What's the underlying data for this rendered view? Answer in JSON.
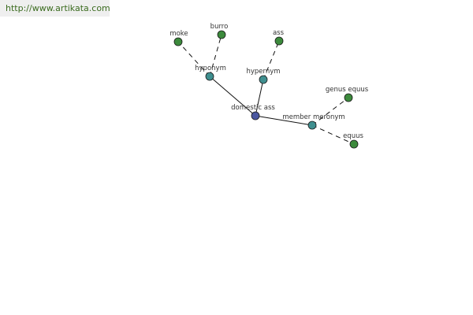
{
  "site_url": "http://www.artikata.com",
  "nodes": [
    {
      "id": "center",
      "label": "domestic ass",
      "kind": "root"
    },
    {
      "id": "hyponym",
      "label": "hyponym",
      "kind": "relation"
    },
    {
      "id": "hypernym",
      "label": "hypernym",
      "kind": "relation"
    },
    {
      "id": "member_meronym",
      "label": "member meronym",
      "kind": "relation"
    },
    {
      "id": "moke",
      "label": "moke",
      "kind": "word"
    },
    {
      "id": "burro",
      "label": "burro",
      "kind": "word"
    },
    {
      "id": "ass",
      "label": "ass",
      "kind": "word"
    },
    {
      "id": "genus_equus",
      "label": "genus equus",
      "kind": "word"
    },
    {
      "id": "equus",
      "label": "equus",
      "kind": "word"
    }
  ],
  "edges": [
    {
      "from": "center",
      "to": "hyponym",
      "style": "solid"
    },
    {
      "from": "center",
      "to": "hypernym",
      "style": "solid"
    },
    {
      "from": "center",
      "to": "member_meronym",
      "style": "solid"
    },
    {
      "from": "hyponym",
      "to": "moke",
      "style": "dashed"
    },
    {
      "from": "hyponym",
      "to": "burro",
      "style": "dashed"
    },
    {
      "from": "hypernym",
      "to": "ass",
      "style": "dashed"
    },
    {
      "from": "member_meronym",
      "to": "genus_equus",
      "style": "dashed"
    },
    {
      "from": "member_meronym",
      "to": "equus",
      "style": "dashed"
    }
  ],
  "colors": {
    "root": "#4a57a0",
    "relation": "#3f8f8f",
    "word": "#3c8a3c",
    "edge": "#111111",
    "url": "#3a6b1e"
  }
}
